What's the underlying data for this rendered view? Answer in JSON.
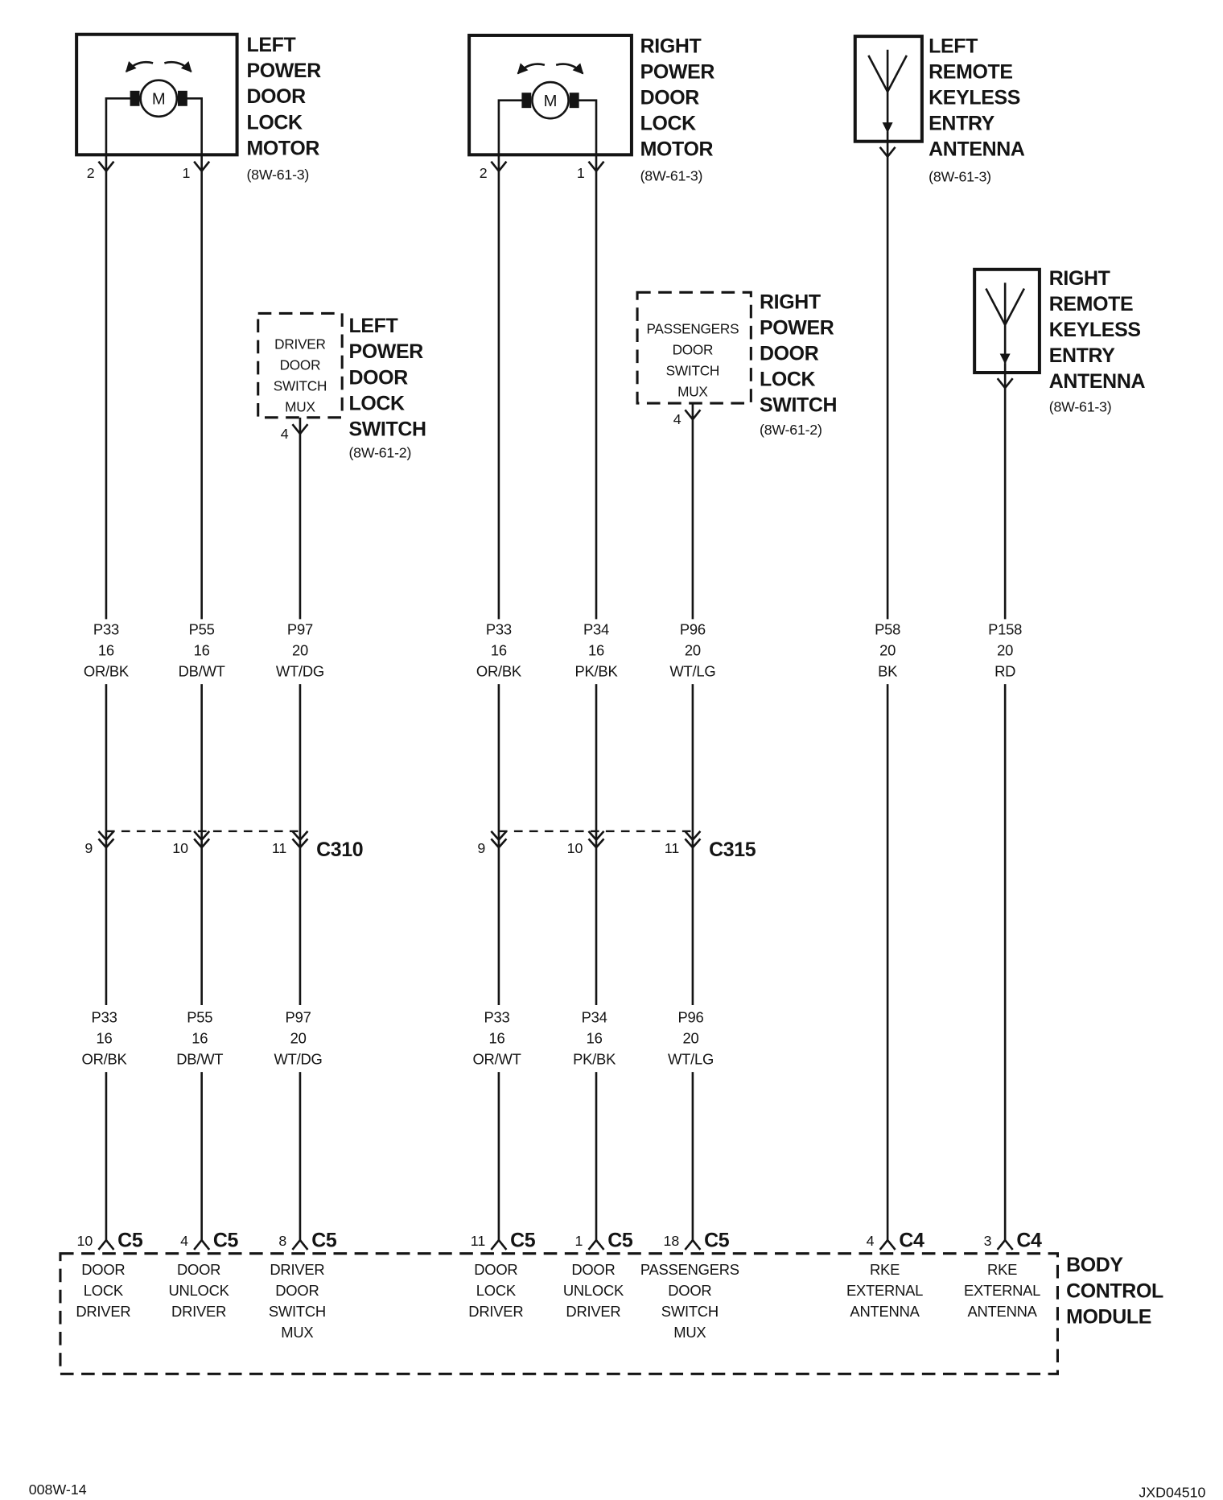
{
  "left_motor": {
    "name": [
      "LEFT",
      "POWER",
      "DOOR",
      "LOCK",
      "MOTOR"
    ],
    "ref": "(8W-61-3)",
    "symbol": "M",
    "pins": [
      "2",
      "1"
    ]
  },
  "right_motor": {
    "name": [
      "RIGHT",
      "POWER",
      "DOOR",
      "LOCK",
      "MOTOR"
    ],
    "ref": "(8W-61-3)",
    "symbol": "M",
    "pins": [
      "2",
      "1"
    ]
  },
  "left_switch": {
    "name": [
      "LEFT",
      "POWER",
      "DOOR",
      "LOCK",
      "SWITCH"
    ],
    "inner": [
      "DRIVER",
      "DOOR",
      "SWITCH",
      "MUX"
    ],
    "ref": "(8W-61-2)",
    "pin": "4"
  },
  "right_switch": {
    "name": [
      "RIGHT",
      "POWER",
      "DOOR",
      "LOCK",
      "SWITCH"
    ],
    "inner": [
      "PASSENGERS",
      "DOOR",
      "SWITCH",
      "MUX"
    ],
    "ref": "(8W-61-2)",
    "pin": "4"
  },
  "left_antenna": {
    "name": [
      "LEFT",
      "REMOTE",
      "KEYLESS",
      "ENTRY",
      "ANTENNA"
    ],
    "ref": "(8W-61-3)"
  },
  "right_antenna": {
    "name": [
      "RIGHT",
      "REMOTE",
      "KEYLESS",
      "ENTRY",
      "ANTENNA"
    ],
    "ref": "(8W-61-3)"
  },
  "circuits": [
    {
      "upper": [
        "P33",
        "16",
        "OR/BK"
      ],
      "lower": [
        "P33",
        "16",
        "OR/BK"
      ]
    },
    {
      "upper": [
        "P55",
        "16",
        "DB/WT"
      ],
      "lower": [
        "P55",
        "16",
        "DB/WT"
      ]
    },
    {
      "upper": [
        "P97",
        "20",
        "WT/DG"
      ],
      "lower": [
        "P97",
        "20",
        "WT/DG"
      ]
    },
    {
      "upper": [
        "P33",
        "16",
        "OR/BK"
      ],
      "lower": [
        "P33",
        "16",
        "OR/WT"
      ]
    },
    {
      "upper": [
        "P34",
        "16",
        "PK/BK"
      ],
      "lower": [
        "P34",
        "16",
        "PK/BK"
      ]
    },
    {
      "upper": [
        "P96",
        "20",
        "WT/LG"
      ],
      "lower": [
        "P96",
        "20",
        "WT/LG"
      ]
    },
    {
      "upper": [
        "P58",
        "20",
        "BK"
      ]
    },
    {
      "upper": [
        "P158",
        "20",
        "RD"
      ]
    }
  ],
  "inline_connectors": [
    {
      "name": "C310",
      "pins": [
        "9",
        "10",
        "11"
      ]
    },
    {
      "name": "C315",
      "pins": [
        "9",
        "10",
        "11"
      ]
    }
  ],
  "bcm": {
    "name": [
      "BODY",
      "CONTROL",
      "MODULE"
    ],
    "pins": [
      {
        "pin": "10",
        "connector": "C5",
        "function": [
          "DOOR",
          "LOCK",
          "DRIVER"
        ]
      },
      {
        "pin": "4",
        "connector": "C5",
        "function": [
          "DOOR",
          "UNLOCK",
          "DRIVER"
        ]
      },
      {
        "pin": "8",
        "connector": "C5",
        "function": [
          "DRIVER",
          "DOOR",
          "SWITCH",
          "MUX"
        ]
      },
      {
        "pin": "11",
        "connector": "C5",
        "function": [
          "DOOR",
          "LOCK",
          "DRIVER"
        ]
      },
      {
        "pin": "1",
        "connector": "C5",
        "function": [
          "DOOR",
          "UNLOCK",
          "DRIVER"
        ]
      },
      {
        "pin": "18",
        "connector": "C5",
        "function": [
          "PASSENGERS",
          "DOOR",
          "SWITCH",
          "MUX"
        ]
      },
      {
        "pin": "4",
        "connector": "C4",
        "function": [
          "RKE",
          "EXTERNAL",
          "ANTENNA"
        ]
      },
      {
        "pin": "3",
        "connector": "C4",
        "function": [
          "RKE",
          "EXTERNAL",
          "ANTENNA"
        ]
      }
    ]
  },
  "footer": {
    "left": "008W-14",
    "right": "JXD04510"
  }
}
